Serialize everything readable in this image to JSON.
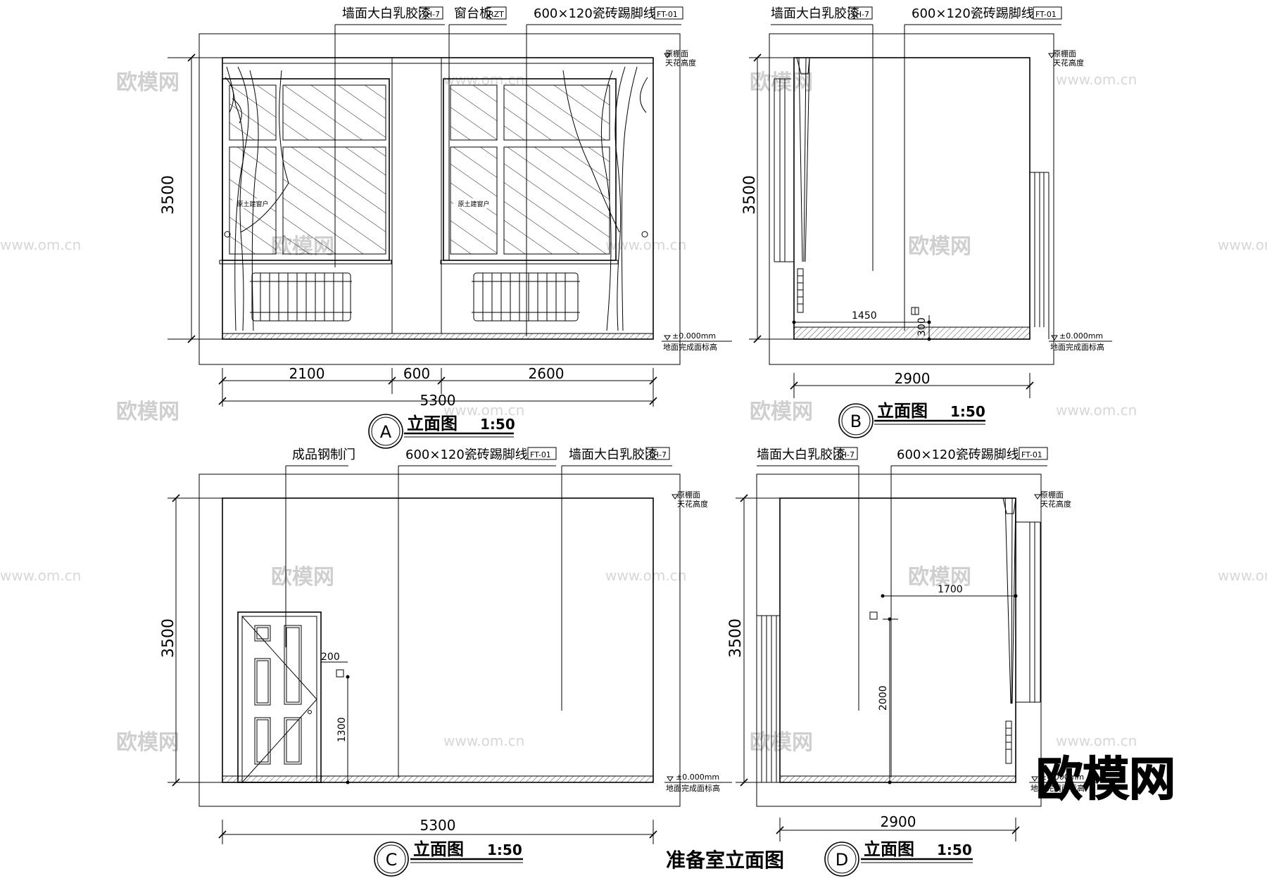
{
  "drawing_title": "准备室立面图",
  "elevation_word": "立面图",
  "scale": "1:50",
  "height_dim": "3500",
  "ceiling_label": "原棚面",
  "ceiling_label2": "天花高度",
  "floor_level": "±0.000mm",
  "floor_label": "地面完成面标高",
  "wall_paint": "墙面大白乳胶漆",
  "wall_paint_code": "TH-7",
  "skirting": "600×120瓷砖踢脚线",
  "skirting_code": "FT-01",
  "window_sill": "窗台板",
  "window_sill_code": "RZT",
  "window_note": "原土建窗户",
  "steel_door": "成品钢制门",
  "views": {
    "A": {
      "letter": "A",
      "dims": [
        "2100",
        "600",
        "2600"
      ],
      "total": "5300"
    },
    "B": {
      "letter": "B",
      "total": "2900",
      "socket_w": "1450",
      "socket_h": "300"
    },
    "C": {
      "letter": "C",
      "total": "5300",
      "switch_w": "200",
      "switch_h": "1300"
    },
    "D": {
      "letter": "D",
      "total": "2900",
      "socket_w": "1700",
      "socket_h": "2000"
    }
  },
  "watermark": "欧模网",
  "watermark_url": "www.om.cn"
}
